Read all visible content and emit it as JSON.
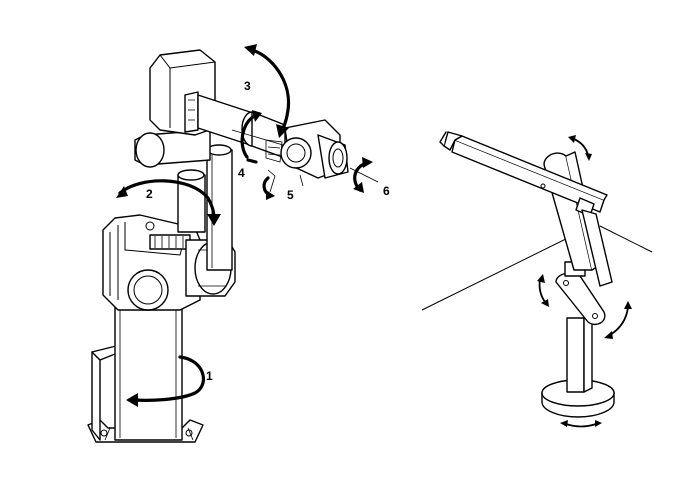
{
  "axis_labels": [
    "1",
    "2",
    "3",
    "4",
    "5",
    "6"
  ]
}
